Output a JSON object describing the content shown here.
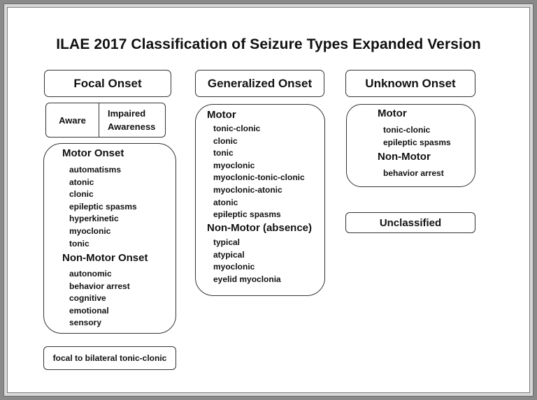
{
  "title": "ILAE 2017 Classification of Seizure Types Expanded Version",
  "focal": {
    "header": "Focal Onset",
    "aware": "Aware",
    "impaired_line1": "Impaired",
    "impaired_line2": "Awareness",
    "motor_title": "Motor Onset",
    "motor_items": [
      "automatisms",
      "atonic",
      "clonic",
      "epileptic spasms",
      "hyperkinetic",
      "myoclonic",
      "tonic"
    ],
    "nonmotor_title": "Non-Motor Onset",
    "nonmotor_items": [
      "autonomic",
      "behavior arrest",
      "cognitive",
      "emotional",
      "sensory"
    ],
    "bilateral": "focal to bilateral tonic-clonic"
  },
  "generalized": {
    "header": "Generalized Onset",
    "motor_title": "Motor",
    "motor_items": [
      "tonic-clonic",
      "clonic",
      "tonic",
      "myoclonic",
      "myoclonic-tonic-clonic",
      "myoclonic-atonic",
      "atonic",
      "epileptic spasms"
    ],
    "nonmotor_title": "Non-Motor (absence)",
    "nonmotor_items": [
      "typical",
      "atypical",
      "myoclonic",
      "eyelid myoclonia"
    ]
  },
  "unknown": {
    "header": "Unknown Onset",
    "motor_title": "Motor",
    "motor_items": [
      "tonic-clonic",
      "epileptic spasms"
    ],
    "nonmotor_title": "Non-Motor",
    "nonmotor_items": [
      "behavior arrest"
    ]
  },
  "unclassified": "Unclassified"
}
